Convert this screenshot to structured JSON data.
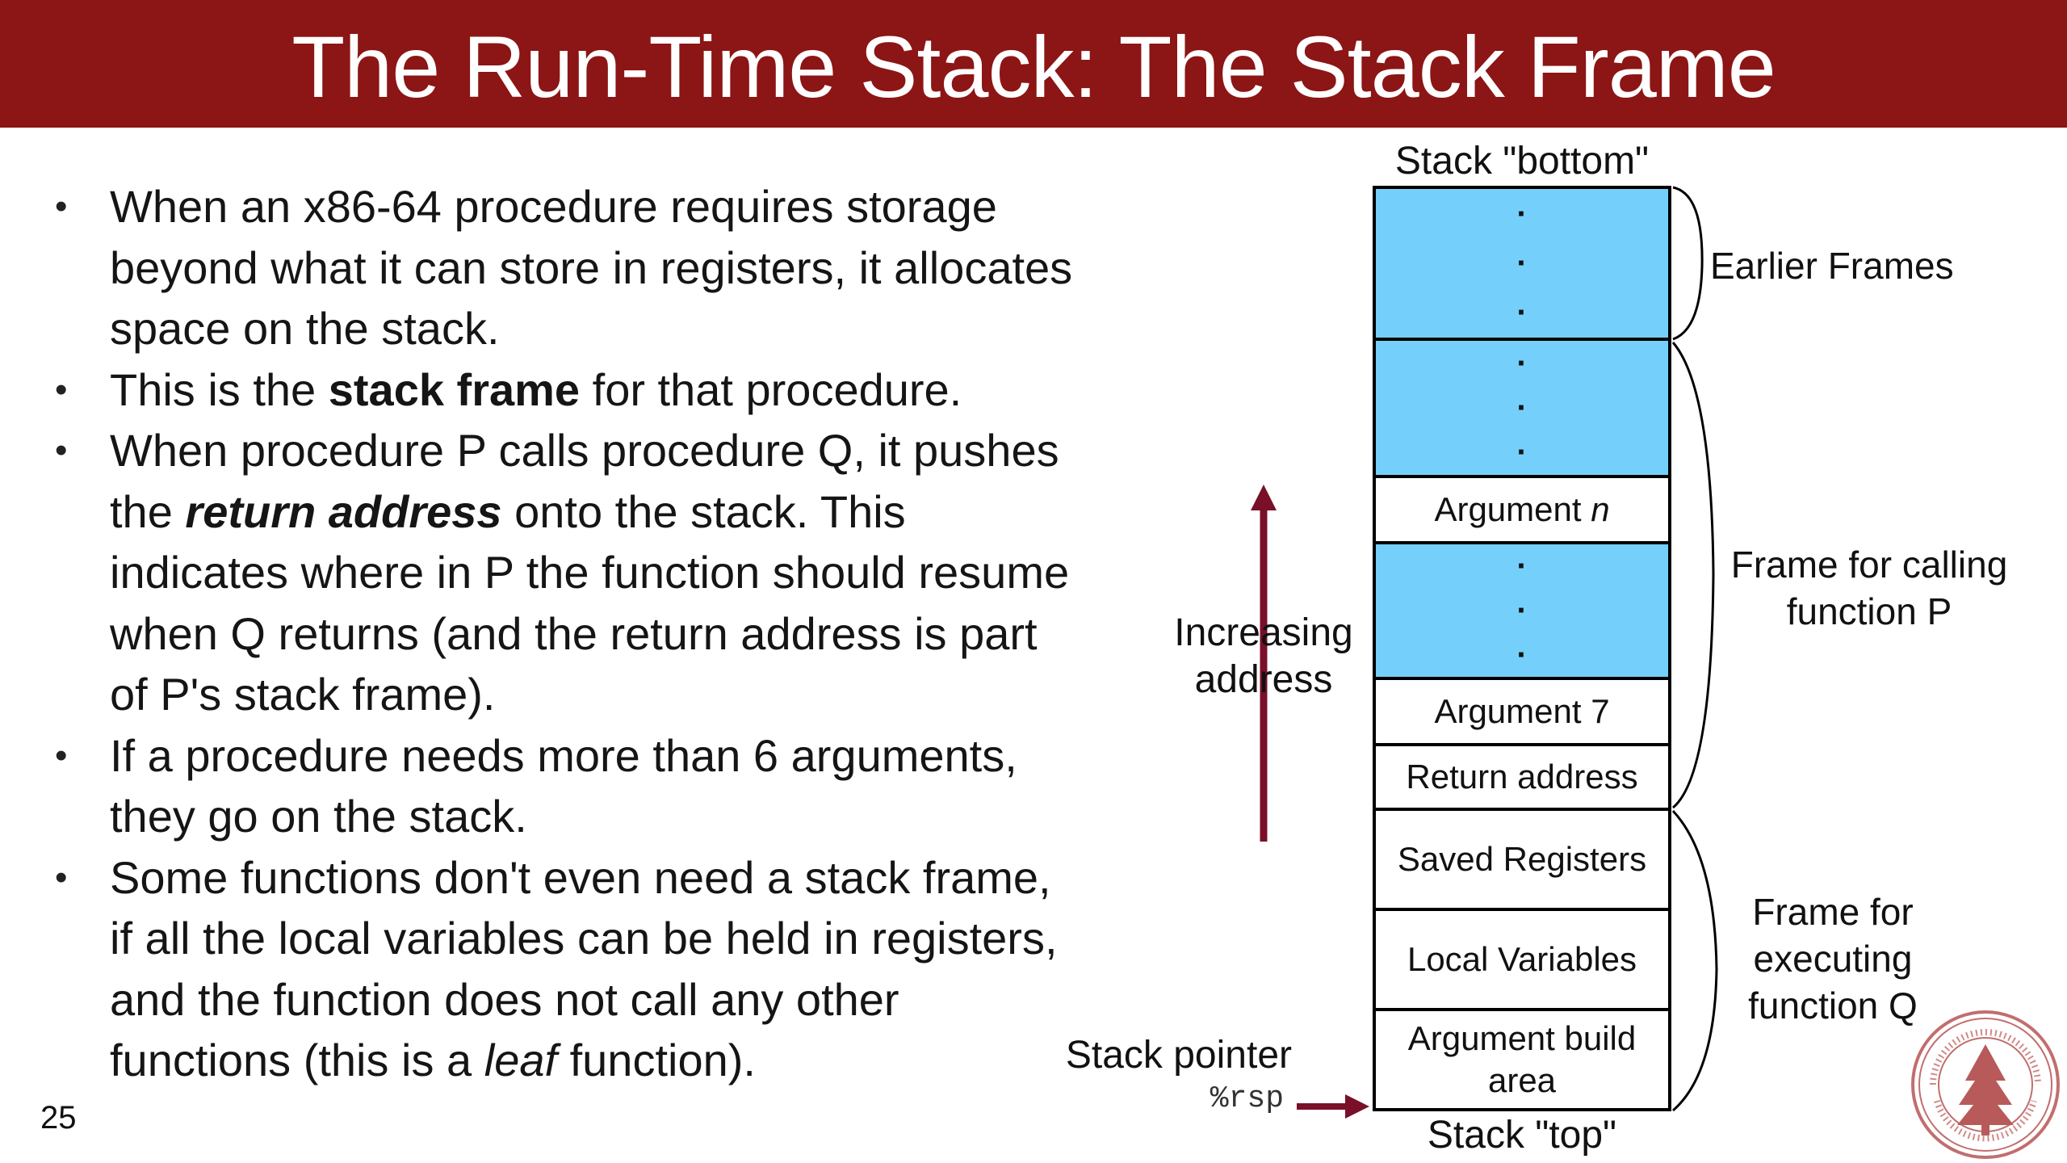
{
  "header": {
    "title": "The Run-Time Stack: The Stack Frame"
  },
  "slide_number": "25",
  "bullets": [
    [
      {
        "t": "When an x86-64 procedure requires storage beyond what it can store in registers, it allocates space on the stack."
      }
    ],
    [
      {
        "t": "This is the "
      },
      {
        "t": "stack frame",
        "b": true
      },
      {
        "t": " for that procedure."
      }
    ],
    [
      {
        "t": "When procedure P calls procedure Q, it pushes the "
      },
      {
        "t": "return address",
        "b": true,
        "i": true
      },
      {
        "t": " onto the stack. This indicates where in P the function should resume when Q returns (and the return address is part of P's stack frame)."
      }
    ],
    [
      {
        "t": "If a procedure needs more than 6 arguments, they go on the stack."
      }
    ],
    [
      {
        "t": "Some functions don't even need a stack frame, if all the local variables can be held in registers, and the function does not call any other functions (this is a "
      },
      {
        "t": "leaf",
        "i": true
      },
      {
        "t": " function)."
      }
    ]
  ],
  "diagram": {
    "stack_bottom_label": "Stack \"bottom\"",
    "stack_top_label": "Stack \"top\"",
    "cells": {
      "argument_n_prefix": "Argument ",
      "argument_n_var": "n",
      "argument_7": "Argument 7",
      "return_address": "Return address",
      "saved_registers": "Saved Registers",
      "local_variables": "Local Variables",
      "argument_build_line1": "Argument build",
      "argument_build_line2": "area"
    },
    "braces": {
      "earlier_frames": "Earlier Frames",
      "frame_p_line1": "Frame for calling",
      "frame_p_line2": "function P",
      "frame_q_line1": "Frame for",
      "frame_q_line2": "executing",
      "frame_q_line3": "function Q"
    },
    "increasing_line1": "Increasing",
    "increasing_line2": "address",
    "stack_pointer_label": "Stack pointer",
    "stack_pointer_reg": "%rsp",
    "colors": {
      "cell_fill": "#74d0fb",
      "arrow": "#7a0f2a",
      "title_bar": "#8c1515"
    }
  }
}
